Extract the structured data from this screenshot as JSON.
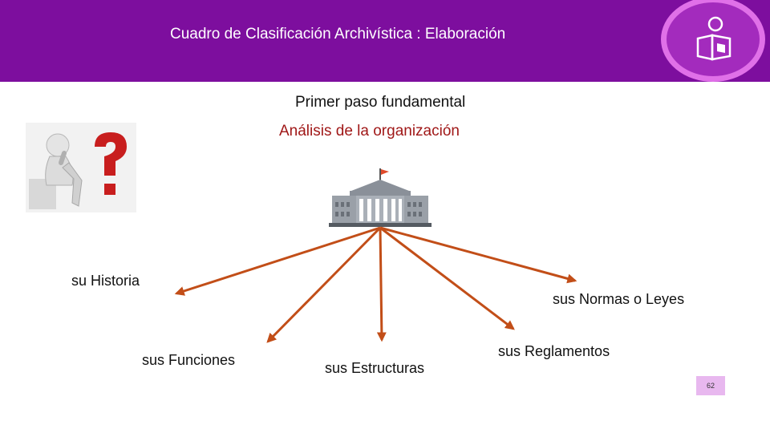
{
  "header": {
    "title": "Cuadro de Clasificación Archivística : Elaboración",
    "color": "#7d0e9e"
  },
  "subtitle": "Primer paso fundamental",
  "analysis": {
    "text": "Análisis de la organización",
    "color": "#a01818"
  },
  "branches": {
    "historia": "su Historia",
    "funciones": "sus Funciones",
    "estructuras": "sus Estructuras",
    "reglamentos": "sus Reglamentos",
    "normas": "sus Normas o Leyes"
  },
  "arrow_color": "#c24e18",
  "icons": [
    "logo-icon",
    "thinking-person-icon",
    "question-mark-icon",
    "government-building-icon"
  ],
  "page_number": "62"
}
